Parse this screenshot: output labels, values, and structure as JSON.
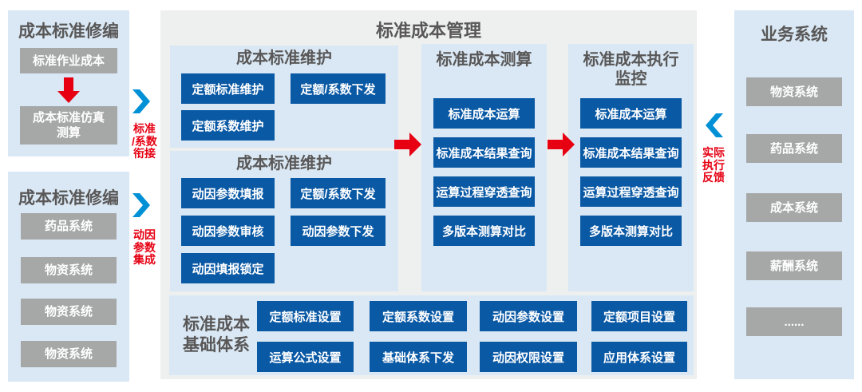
{
  "colors": {
    "panel_blue": "#d9e8f4",
    "panel_gray": "#eef0f0",
    "box_gray": "#a6a7a7",
    "button_blue": "#0a59a5",
    "accent_red": "#e60012",
    "chevron_blue": "#0090d5",
    "title_gray": "#595757"
  },
  "left_top_panel": {
    "title": "成本标准修编",
    "box1": "标准作业成本",
    "box2_lines": [
      "成本标准仿真",
      "测算"
    ]
  },
  "left_bottom_panel": {
    "title": "成本标准修编",
    "items": [
      "药品系统",
      "物资系统",
      "物资系统",
      "物资系统"
    ]
  },
  "connectors": {
    "std_coeff": {
      "lines": [
        "标准",
        "/系数",
        "衔接"
      ],
      "direction": "right"
    },
    "driver_param": {
      "lines": [
        "动因",
        "参数",
        "集成"
      ],
      "direction": "right"
    },
    "actual_feedback": {
      "lines": [
        "实际",
        "执行",
        "反馈"
      ],
      "direction": "left"
    }
  },
  "center_panel": {
    "title": "标准成本管理",
    "cost_std_maintenance_1": {
      "title": "成本标准维护",
      "buttons": [
        "定额标准维护",
        "定额/系数下发",
        "定额系数维护"
      ]
    },
    "cost_std_maintenance_2": {
      "title": "成本标准维护",
      "buttons": [
        "动因参数填报",
        "定额/系数下发",
        "动因参数审核",
        "动因参数下发",
        "动因填报锁定"
      ]
    },
    "std_cost_calculation": {
      "title": "标准成本测算",
      "buttons": [
        "标准成本运算",
        "标准成本结果查询",
        "运算过程穿透查询",
        "多版本测算对比"
      ]
    },
    "std_cost_monitoring": {
      "title_lines": [
        "标准成本执行",
        "监控"
      ],
      "buttons": [
        "标准成本运算",
        "标准成本结果查询",
        "运算过程穿透查询",
        "多版本测算对比"
      ]
    },
    "foundation": {
      "title_lines": [
        "标准成本",
        "基础体系"
      ],
      "buttons": [
        "定额标准设置",
        "定额系数设置",
        "动因参数设置",
        "定额项目设置",
        "运算公式设置",
        "基础体系下发",
        "动因权限设置",
        "应用体系设置"
      ]
    }
  },
  "right_panel": {
    "title": "业务系统",
    "items": [
      "物资系统",
      "药品系统",
      "成本系统",
      "薪酬系统",
      "......"
    ]
  }
}
